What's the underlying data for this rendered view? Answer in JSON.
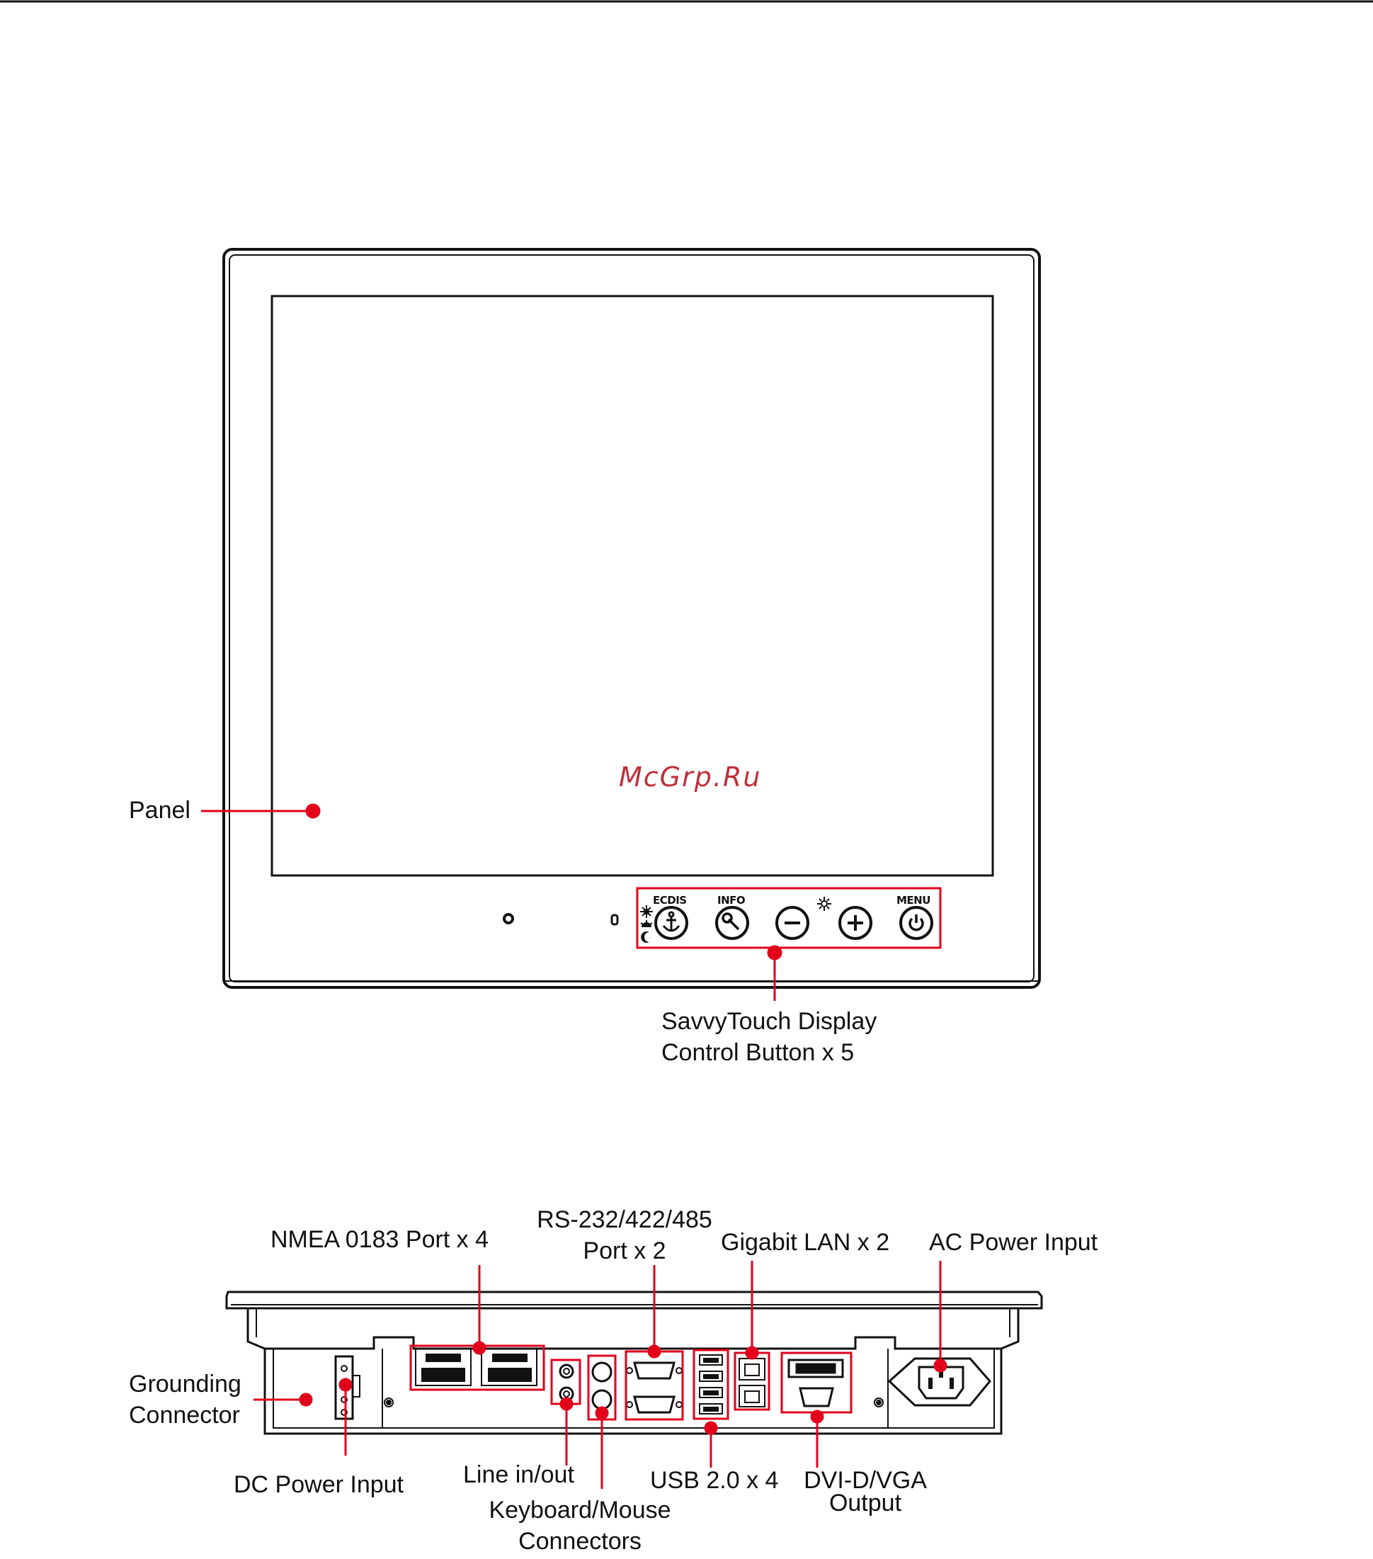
{
  "colors": {
    "callout": "#e2001a",
    "outline": "#111111",
    "watermark": "#c0303a"
  },
  "watermark": "McGrp.Ru",
  "front": {
    "panel_label": "Panel",
    "control_label_line1": "SavvyTouch Display",
    "control_label_line2": "Control Button x 5",
    "buttons": [
      {
        "label": "ECDIS",
        "icon": "anchor-icon"
      },
      {
        "label": "INFO",
        "icon": "wrench-icon"
      },
      {
        "label": "",
        "icon": "minus-icon"
      },
      {
        "label": "",
        "icon": "plus-icon"
      },
      {
        "label": "MENU",
        "icon": "power-icon"
      }
    ],
    "brightness_icon": "brightness-icon",
    "mode_icons": [
      "sun-icon",
      "dusk-icon",
      "moon-icon"
    ]
  },
  "rear": {
    "nmea": "NMEA 0183 Port x 4",
    "rs_line1": "RS-232/422/485",
    "rs_line2": "Port x 2",
    "lan": "Gigabit LAN x 2",
    "ac": "AC Power Input",
    "grounding_line1": "Grounding",
    "grounding_line2": "Connector",
    "dc": "DC Power Input",
    "line_io": "Line in/out",
    "kbm_line1": "Keyboard/Mouse",
    "kbm_line2": "Connectors",
    "usb": "USB 2.0 x 4",
    "dvi_line1": "DVI-D/VGA",
    "dvi_line2": "Output"
  }
}
